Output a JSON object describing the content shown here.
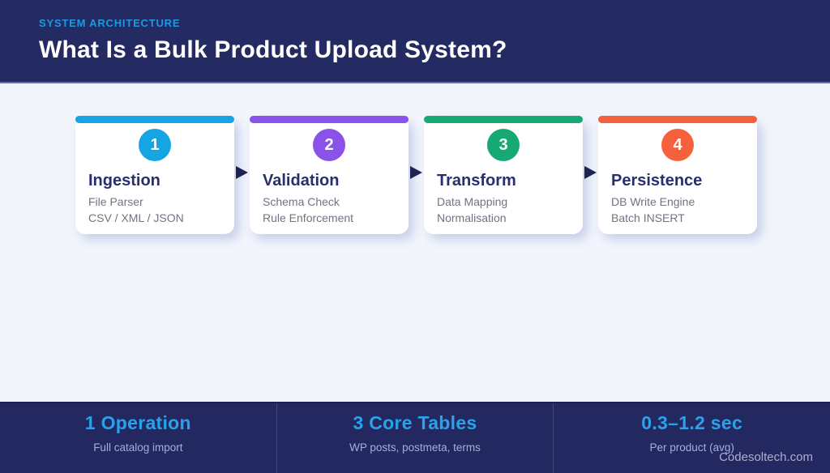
{
  "header": {
    "eyebrow": "SYSTEM ARCHITECTURE",
    "title": "What Is a Bulk Product Upload System?"
  },
  "pipeline": {
    "steps": [
      {
        "number": "1",
        "title": "Ingestion",
        "line1": "File Parser",
        "line2": "CSV / XML / JSON",
        "accent": "#16a5e3"
      },
      {
        "number": "2",
        "title": "Validation",
        "line1": "Schema Check",
        "line2": "Rule Enforcement",
        "accent": "#8a52e8"
      },
      {
        "number": "3",
        "title": "Transform",
        "line1": "Data Mapping",
        "line2": "Normalisation",
        "accent": "#17a974"
      },
      {
        "number": "4",
        "title": "Persistence",
        "line1": "DB Write Engine",
        "line2": "Batch INSERT",
        "accent": "#f4613c"
      }
    ]
  },
  "footer": {
    "stats": [
      {
        "value": "1 Operation",
        "label": "Full catalog import"
      },
      {
        "value": "3 Core Tables",
        "label": "WP posts, postmeta, terms"
      },
      {
        "value": "0.3–1.2 sec",
        "label": "Per product (avg)"
      }
    ],
    "watermark": "Codesoltech.com"
  },
  "colors": {
    "header_bg": "#242a62",
    "footer_bg": "#232960",
    "body_bg": "#f2f5fc",
    "brand_blue": "#29a2e9",
    "card_title": "#2a2e6d",
    "arrow": "#1e2452"
  }
}
